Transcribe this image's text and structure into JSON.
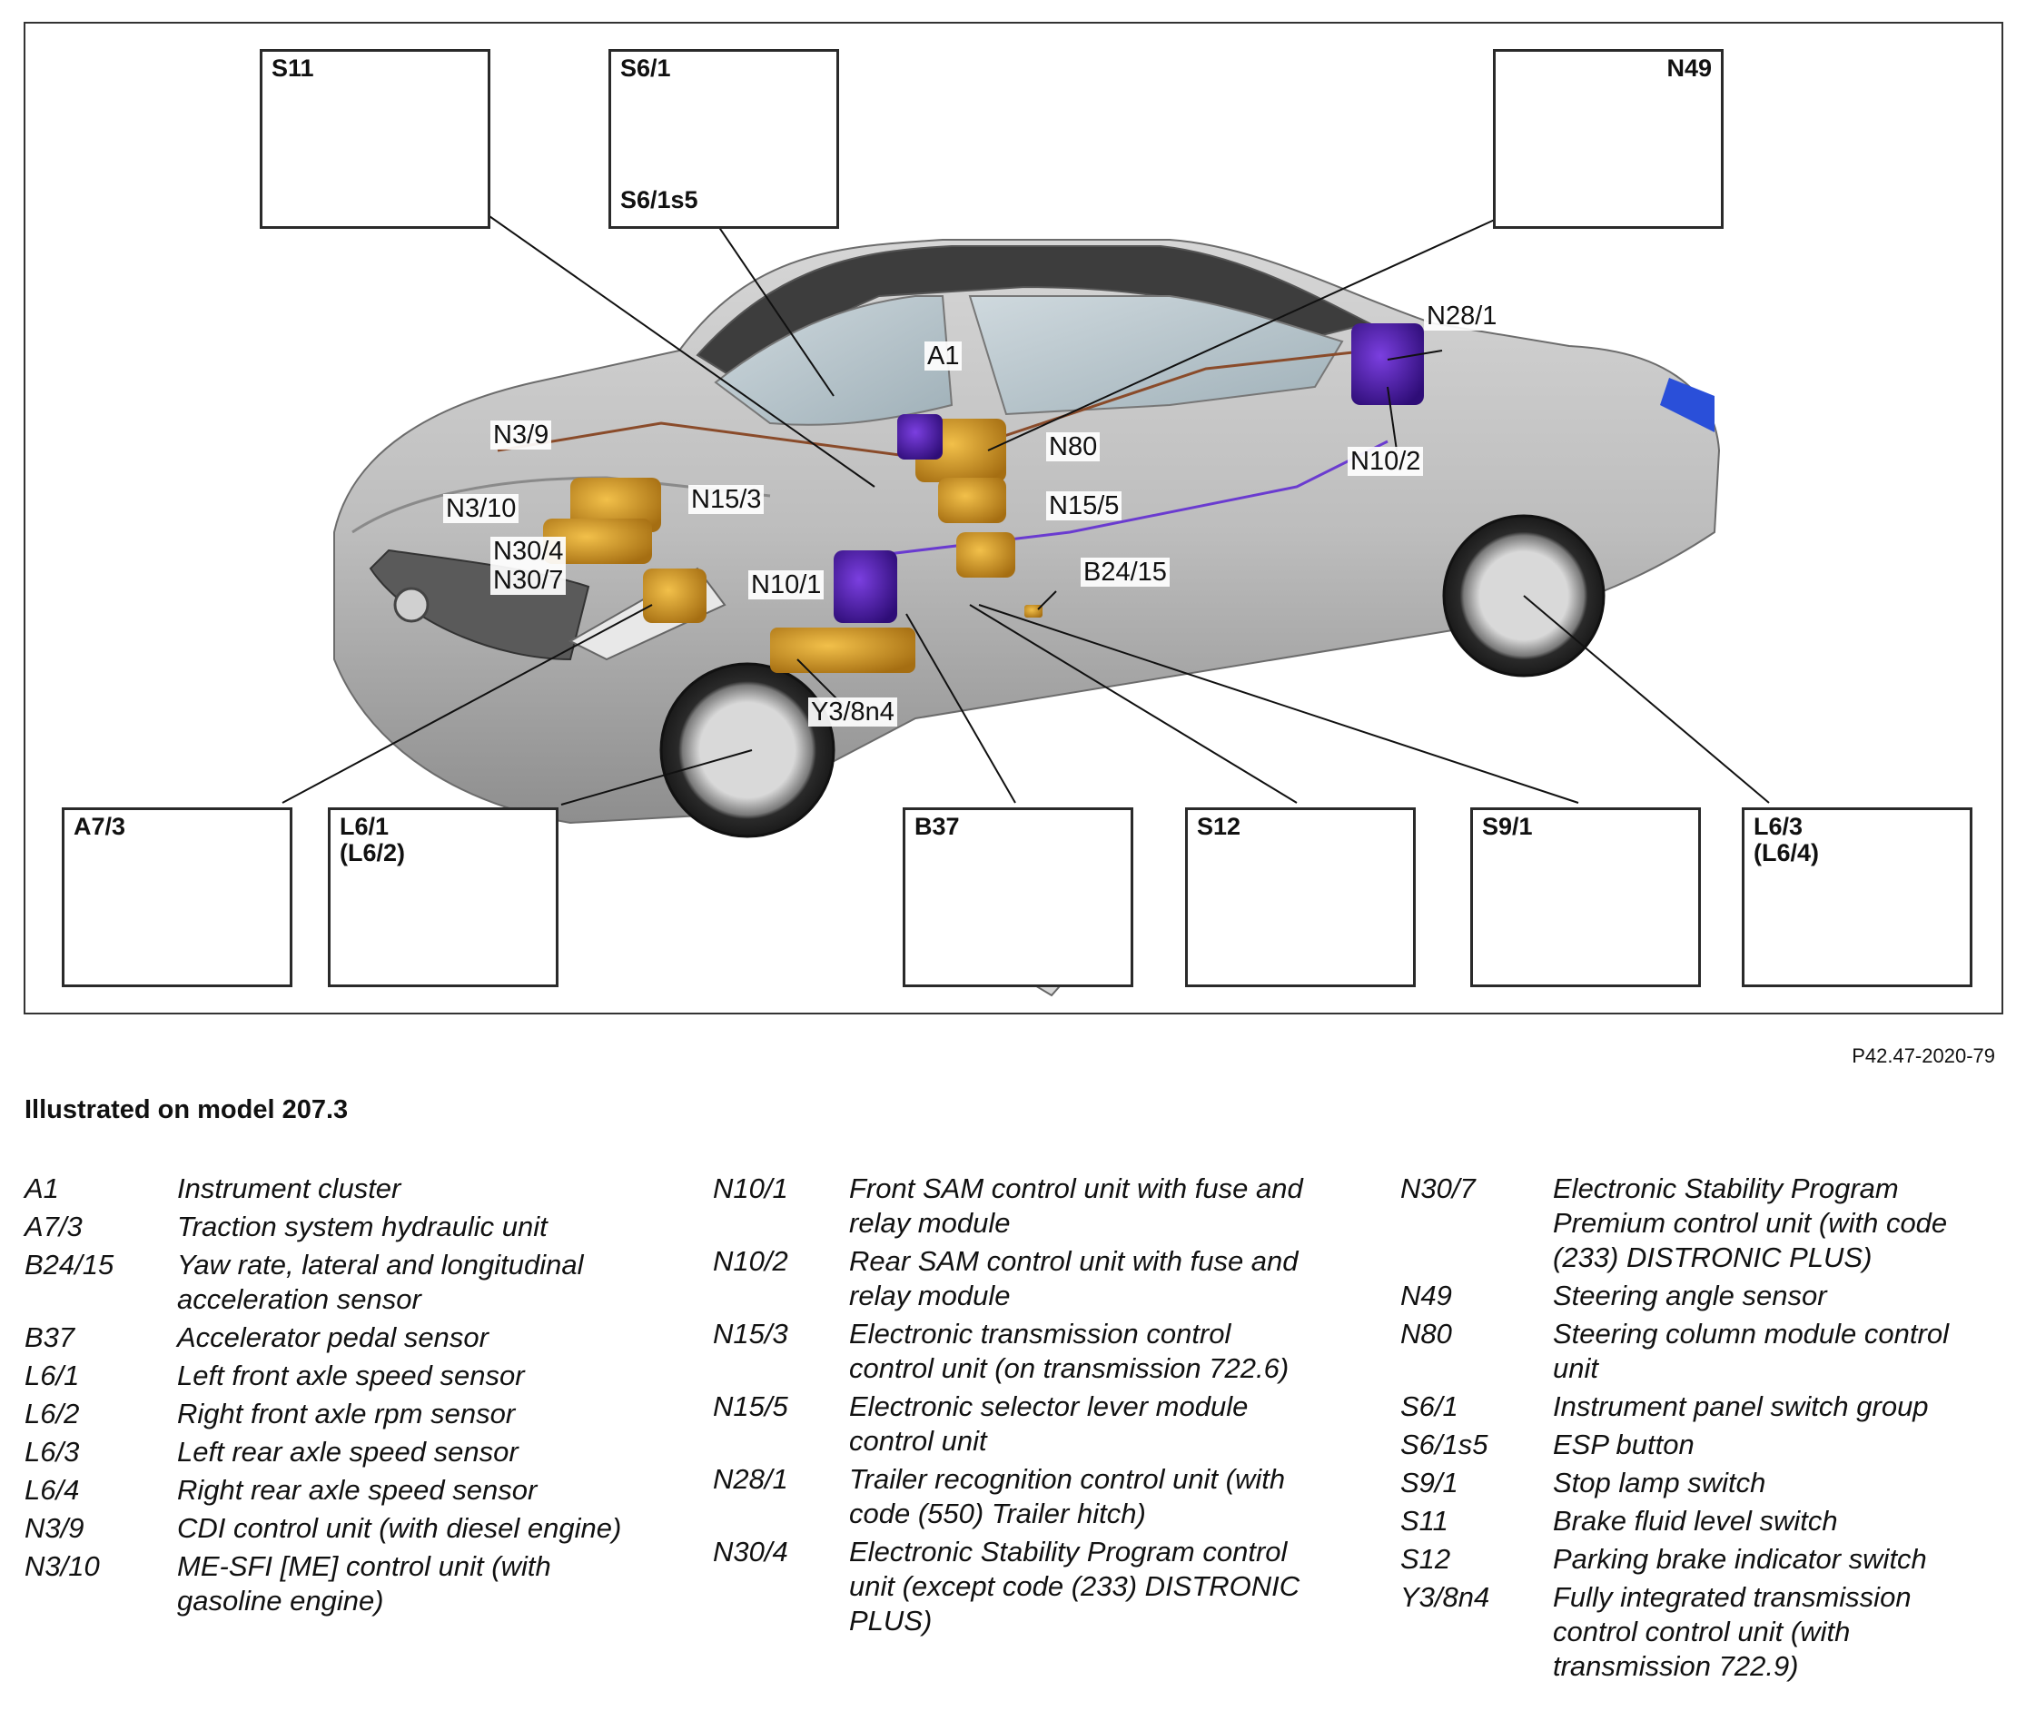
{
  "figure": {
    "reference": "P42.47-2020-79",
    "model_title": "Illustrated on model 207.3"
  },
  "insets": {
    "s11": "S11",
    "s6_1": "S6/1",
    "s6_1s5": "S6/1s5",
    "n49": "N49",
    "a7_3": "A7/3",
    "l6_1": "L6/1",
    "l6_1_sub": "(L6/2)",
    "b37": "B37",
    "s12": "S12",
    "s9_1": "S9/1",
    "l6_3": "L6/3",
    "l6_3_sub": "(L6/4)"
  },
  "callouts": {
    "a1": "A1",
    "n3_9": "N3/9",
    "n3_10": "N3/10",
    "n15_3": "N15/3",
    "n30_4": "N30/4",
    "n30_7": "N30/7",
    "n10_1": "N10/1",
    "n80": "N80",
    "n15_5": "N15/5",
    "b24_15": "B24/15",
    "n28_1": "N28/1",
    "n10_2": "N10/2",
    "y3_8n4": "Y3/8n4"
  },
  "legend": [
    [
      {
        "code": "A1",
        "desc": "Instrument cluster"
      },
      {
        "code": "A7/3",
        "desc": "Traction system hydraulic unit"
      },
      {
        "code": "B24/15",
        "desc": "Yaw rate, lateral and longitudinal acceleration sensor"
      },
      {
        "code": "B37",
        "desc": "Accelerator pedal sensor"
      },
      {
        "code": "L6/1",
        "desc": "Left front axle speed sensor"
      },
      {
        "code": "L6/2",
        "desc": "Right front axle rpm sensor"
      },
      {
        "code": "L6/3",
        "desc": "Left rear axle speed sensor"
      },
      {
        "code": "L6/4",
        "desc": "Right rear axle speed sensor"
      },
      {
        "code": "N3/9",
        "desc": "CDI control unit (with diesel engine)"
      },
      {
        "code": "N3/10",
        "desc": "ME-SFI [ME] control unit (with gasoline engine)"
      }
    ],
    [
      {
        "code": "N10/1",
        "desc": "Front SAM control unit with fuse and relay module"
      },
      {
        "code": "N10/2",
        "desc": "Rear SAM control unit with fuse and relay module"
      },
      {
        "code": "N15/3",
        "desc": "Electronic transmission control control unit (on transmission 722.6)"
      },
      {
        "code": "N15/5",
        "desc": "Electronic selector lever module control unit"
      },
      {
        "code": "N28/1",
        "desc": "Trailer recognition control unit (with code (550) Trailer hitch)"
      },
      {
        "code": "N30/4",
        "desc": "Electronic Stability Program control unit (except code (233) DISTRONIC PLUS)"
      }
    ],
    [
      {
        "code": "N30/7",
        "desc": "Electronic Stability Program Premium control unit (with code (233) DISTRONIC PLUS)"
      },
      {
        "code": "N49",
        "desc": "Steering angle sensor"
      },
      {
        "code": "N80",
        "desc": "Steering column module control unit"
      },
      {
        "code": "S6/1",
        "desc": "Instrument panel switch group"
      },
      {
        "code": "S6/1s5",
        "desc": "ESP button"
      },
      {
        "code": "S9/1",
        "desc": "Stop lamp switch"
      },
      {
        "code": "S11",
        "desc": "Brake fluid level switch"
      },
      {
        "code": "S12",
        "desc": "Parking brake indicator switch"
      },
      {
        "code": "Y3/8n4",
        "desc": "Fully integrated transmission control control unit (with transmission 722.9)"
      }
    ]
  ]
}
